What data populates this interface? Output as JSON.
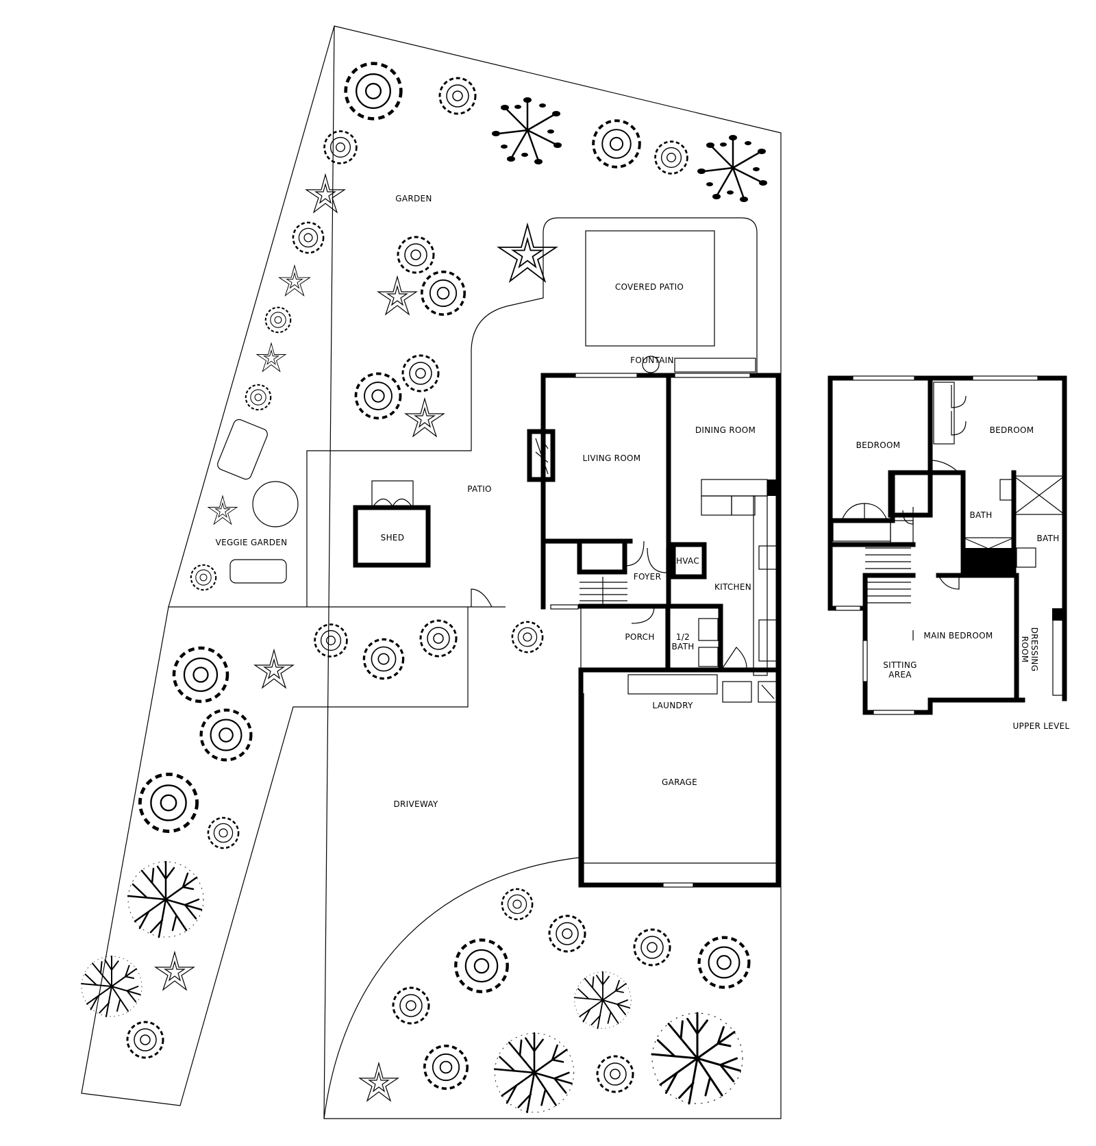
{
  "plan": {
    "main_level": {
      "rooms": {
        "garden": "GARDEN",
        "covered_patio": "COVERED PATIO",
        "fountain": "FOUNTAIN",
        "patio": "PATIO",
        "shed": "SHED",
        "veggie_garden": "VEGGIE GARDEN",
        "living_room": "LIVING ROOM",
        "dining_room": "DINING ROOM",
        "hvac": "HVAC",
        "foyer": "FOYER",
        "kitchen": "KITCHEN",
        "porch": "PORCH",
        "half_bath_line1": "1/2",
        "half_bath_line2": "BATH",
        "laundry": "LAUNDRY",
        "garage": "GARAGE",
        "driveway": "DRIVEWAY"
      }
    },
    "upper_level": {
      "title": "UPPER LEVEL",
      "rooms": {
        "bedroom_left": "BEDROOM",
        "bedroom_right": "BEDROOM",
        "bath_left": "BATH",
        "bath_right": "BATH",
        "main_bedroom": "MAIN BEDROOM",
        "sitting_area_line1": "SITTING",
        "sitting_area_line2": "AREA",
        "dressing_room_line1": "DRESSING",
        "dressing_room_line2": "ROOM"
      }
    },
    "icons": [
      "shrub-icon",
      "tree-icon",
      "leafy-tree-icon",
      "spiky-plant-icon",
      "door-swing-icon",
      "fireplace-icon",
      "stair-icon"
    ]
  }
}
